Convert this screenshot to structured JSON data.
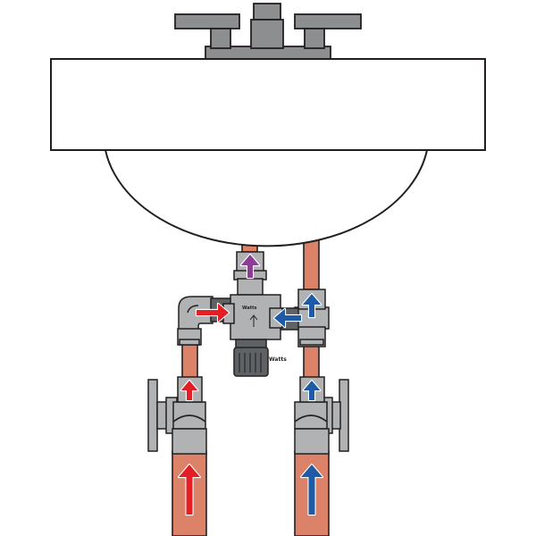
{
  "diagram": {
    "valve_brand": "Watts",
    "body_marking": "Watts",
    "colors": {
      "background": "#ffffff",
      "outline": "#231f20",
      "fixture_metal": "#8c8e8f",
      "valve_metal": "#b0b2b4",
      "valve_dark": "#5f6264",
      "sink_white": "#ffffff",
      "copper_pipe": "#db8268",
      "hot_arrow": "#e31e24",
      "cold_arrow": "#1f5aa6",
      "mixed_arrow": "#8e3d97"
    },
    "flows": [
      {
        "id": "hot-supply",
        "color_key": "hot_arrow",
        "direction": "up"
      },
      {
        "id": "hot-to-valve",
        "color_key": "hot_arrow",
        "direction": "up"
      },
      {
        "id": "hot-into-mixer",
        "color_key": "hot_arrow",
        "direction": "right"
      },
      {
        "id": "cold-supply",
        "color_key": "cold_arrow",
        "direction": "up"
      },
      {
        "id": "cold-to-valve",
        "color_key": "cold_arrow",
        "direction": "up"
      },
      {
        "id": "cold-riser",
        "color_key": "cold_arrow",
        "direction": "up"
      },
      {
        "id": "cold-into-mixer",
        "color_key": "cold_arrow",
        "direction": "left"
      },
      {
        "id": "mixed-out",
        "color_key": "mixed_arrow",
        "direction": "up"
      }
    ]
  }
}
